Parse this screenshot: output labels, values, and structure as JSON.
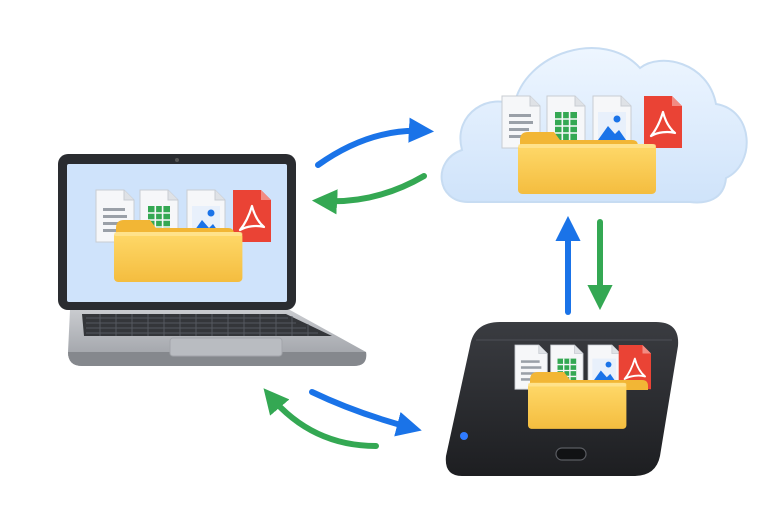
{
  "diagram": {
    "nodes": [
      {
        "id": "laptop",
        "icon": "laptop-icon"
      },
      {
        "id": "cloud",
        "icon": "cloud-icon"
      },
      {
        "id": "external-drive",
        "icon": "external-drive-icon"
      }
    ],
    "file_icons": [
      "document-icon",
      "spreadsheet-icon",
      "image-icon",
      "pdf-icon",
      "folder-icon"
    ],
    "connections": [
      {
        "from": "laptop",
        "to": "cloud",
        "color": "#1a73e8"
      },
      {
        "from": "cloud",
        "to": "laptop",
        "color": "#34a853"
      },
      {
        "from": "cloud",
        "to": "external-drive",
        "color": "#34a853"
      },
      {
        "from": "external-drive",
        "to": "cloud",
        "color": "#1a73e8"
      },
      {
        "from": "laptop",
        "to": "external-drive",
        "color": "#1a73e8"
      },
      {
        "from": "external-drive",
        "to": "laptop",
        "color": "#34a853"
      }
    ],
    "colors": {
      "upload_arrow": "#1a73e8",
      "download_arrow": "#34a853",
      "folder": "#f9c74f",
      "cloud": "#dbeafb",
      "screen": "#cfe3fb",
      "drive_body": "#2b2d31",
      "drive_led": "#2f7bff",
      "pdf": "#ea4335",
      "sheet": "#34a853",
      "image": "#1a73e8"
    }
  }
}
